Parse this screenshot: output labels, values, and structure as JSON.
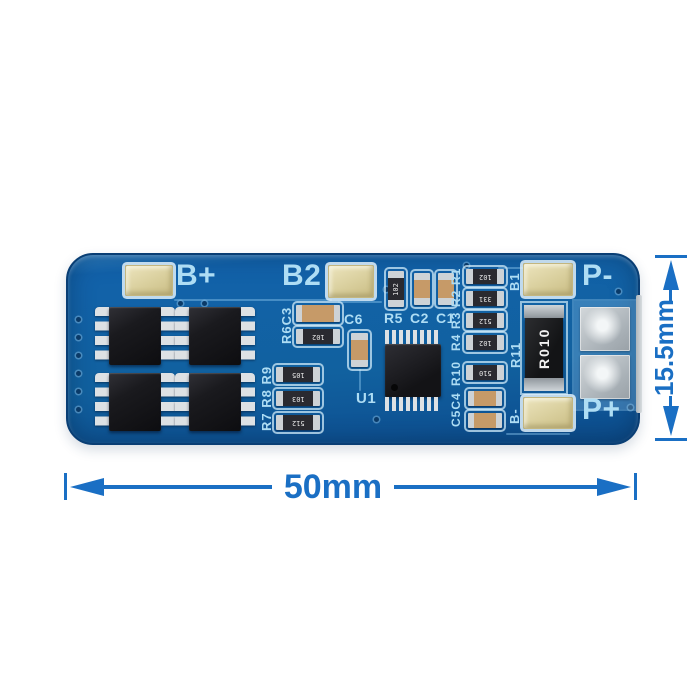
{
  "product": {
    "description": "3S lithium battery BMS protection board, blue PCB, photographed on white with dimension callouts"
  },
  "board": {
    "pad_labels": {
      "b_plus": "B+",
      "b2": "B2",
      "b1": "B1",
      "b_minus": "B-",
      "p_minus": "P-",
      "p_plus": "P+"
    },
    "silkscreen_labels": {
      "u1": "U1",
      "c6": "C6",
      "r5": "R5",
      "c2": "C2",
      "c1": "C1",
      "r6_c3": "R6C3",
      "r7_r8_r9": "R7 R8 R9",
      "r1": "R1",
      "r2": "R2",
      "r3": "R3",
      "r4": "R4",
      "r10": "R10",
      "c5_c4": "C5C4",
      "r11": "R11"
    },
    "component_markings": {
      "shunt": "R010",
      "r5": "102",
      "r6": "102",
      "r7": "512",
      "r8": "103",
      "r9": "105",
      "r1": "102",
      "r2": "331",
      "r3": "512",
      "r4": "102",
      "r10": "510"
    },
    "colors": {
      "pcb_blue": "#1262aa",
      "silkscreen": "#aeddf4",
      "gold_pad": "#ddd3a4",
      "annotation_blue": "#1a6fc4"
    }
  },
  "annotations": {
    "width": "50mm",
    "height": "15.5mm"
  }
}
